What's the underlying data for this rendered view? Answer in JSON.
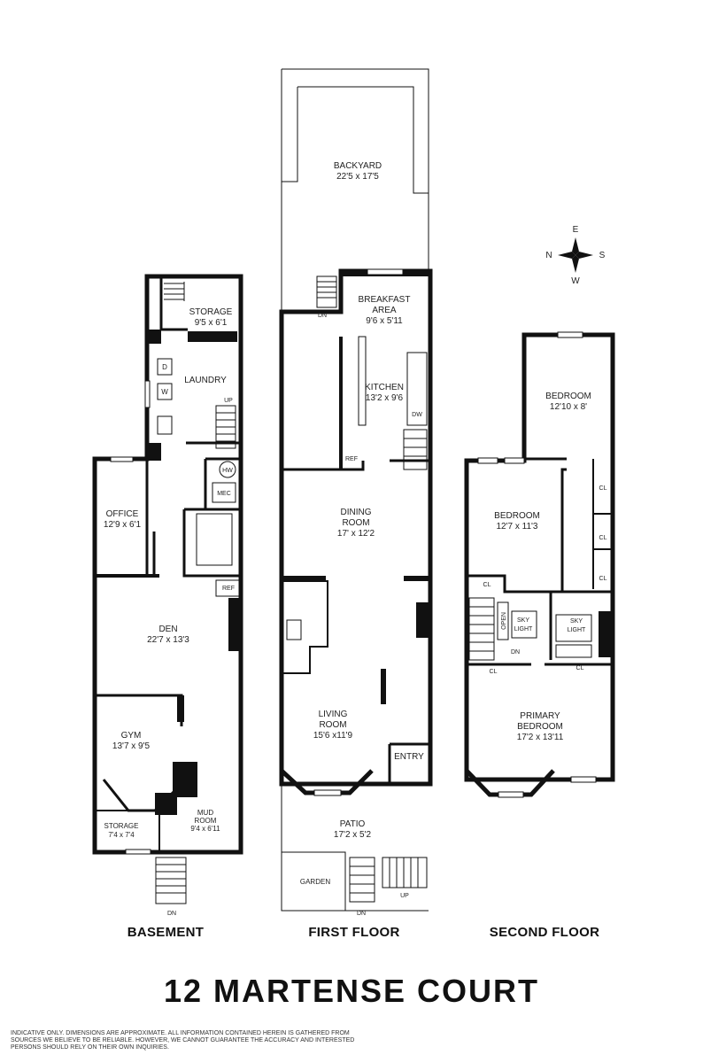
{
  "floors": {
    "basement": "BASEMENT",
    "first": "FIRST FLOOR",
    "second": "SECOND FLOOR"
  },
  "title": "12 MARTENSE COURT",
  "disclaimer": "INDICATIVE ONLY. DIMENSIONS ARE APPROXIMATE. ALL INFORMATION CONTAINED HEREIN IS GATHERED FROM SOURCES WE BELIEVE TO BE RELIABLE. HOWEVER, WE CANNOT GUARANTEE THE ACCURACY AND INTERESTED PERSONS SHOULD RELY ON THEIR OWN INQUIRIES.",
  "compass": {
    "n": "N",
    "e": "E",
    "s": "S",
    "w": "W"
  },
  "rooms": {
    "storage_top": {
      "name": "STORAGE",
      "dim": "9'5 x 6'1"
    },
    "laundry": {
      "name": "LAUNDRY"
    },
    "office": {
      "name": "OFFICE",
      "dim": "12'9 x 6'1"
    },
    "den": {
      "name": "DEN",
      "dim": "22'7 x 13'3"
    },
    "gym": {
      "name": "GYM",
      "dim": "13'7 x 9'5"
    },
    "storage_small": {
      "name": "STORAGE",
      "dim": "7'4 x 7'4"
    },
    "mud_room": {
      "name": "MUD",
      "name2": "ROOM",
      "dim": "9'4 x 6'11"
    },
    "backyard": {
      "name": "BACKYARD",
      "dim": "22'5 x 17'5"
    },
    "breakfast": {
      "name": "BREAKFAST",
      "name2": "AREA",
      "dim": "9'6 x 5'11"
    },
    "kitchen": {
      "name": "KITCHEN",
      "dim": "13'2 x 9'6"
    },
    "dining": {
      "name": "DINING",
      "name2": "ROOM",
      "dim": "17' x 12'2"
    },
    "living": {
      "name": "LIVING",
      "name2": "ROOM",
      "dim": "15'6  x11'9"
    },
    "entry": {
      "name": "ENTRY"
    },
    "patio": {
      "name": "PATIO",
      "dim": "17'2 x 5'2"
    },
    "garden": {
      "name": "GARDEN"
    },
    "bedroom1": {
      "name": "BEDROOM",
      "dim": "12'10 x 8'"
    },
    "bedroom2": {
      "name": "BEDROOM",
      "dim": "12'7 x 11'3"
    },
    "primary": {
      "name": "PRIMARY",
      "name2": "BEDROOM",
      "dim": "17'2 x 13'11"
    }
  },
  "fixtures": {
    "d": "D",
    "w": "W",
    "hw": "HW",
    "mec": "MEC",
    "ref": "REF",
    "dw": "DW",
    "cl": "CL",
    "open": "OPEN",
    "sky": "SKY",
    "light": "LIGHT",
    "up": "UP",
    "dn": "DN"
  }
}
